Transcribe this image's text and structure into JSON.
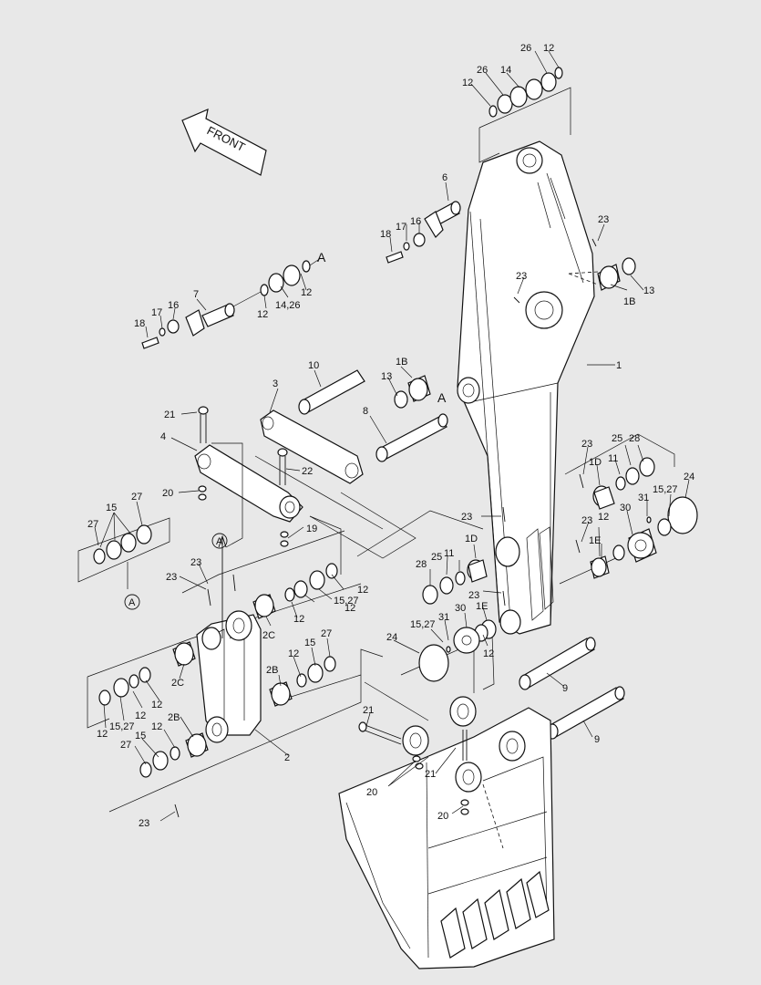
{
  "front_label": "FRONT",
  "section_label": "A",
  "callouts": [
    {
      "id": "c-26-top",
      "text": "26"
    },
    {
      "id": "c-12-top",
      "text": "12"
    },
    {
      "id": "c-26-mid",
      "text": "26"
    },
    {
      "id": "c-14",
      "text": "14"
    },
    {
      "id": "c-12-topl",
      "text": "12"
    },
    {
      "id": "c-6",
      "text": "6"
    },
    {
      "id": "c-18a",
      "text": "18"
    },
    {
      "id": "c-17a",
      "text": "17"
    },
    {
      "id": "c-16a",
      "text": "16"
    },
    {
      "id": "c-23a",
      "text": "23"
    },
    {
      "id": "c-1b-a",
      "text": "1B"
    },
    {
      "id": "c-13a",
      "text": "13"
    },
    {
      "id": "c-23b",
      "text": "23"
    },
    {
      "id": "c-7",
      "text": "7"
    },
    {
      "id": "c-18b",
      "text": "18"
    },
    {
      "id": "c-17b",
      "text": "17"
    },
    {
      "id": "c-16b",
      "text": "16"
    },
    {
      "id": "c-12-pin7",
      "text": "12"
    },
    {
      "id": "c-1426",
      "text": "14,26"
    },
    {
      "id": "c-12-pin7b",
      "text": "12"
    },
    {
      "id": "c-1",
      "text": "1"
    },
    {
      "id": "c-10",
      "text": "10"
    },
    {
      "id": "c-3",
      "text": "3"
    },
    {
      "id": "c-1b-b",
      "text": "1B"
    },
    {
      "id": "c-13b",
      "text": "13"
    },
    {
      "id": "c-8",
      "text": "8"
    },
    {
      "id": "c-21a",
      "text": "21"
    },
    {
      "id": "c-4",
      "text": "4"
    },
    {
      "id": "c-22",
      "text": "22"
    },
    {
      "id": "c-20a",
      "text": "20"
    },
    {
      "id": "c-19",
      "text": "19"
    },
    {
      "id": "c-23c",
      "text": "23"
    },
    {
      "id": "c-1d",
      "text": "1D"
    },
    {
      "id": "c-11a",
      "text": "11"
    },
    {
      "id": "c-25a",
      "text": "25"
    },
    {
      "id": "c-28a",
      "text": "28"
    },
    {
      "id": "c-24a",
      "text": "24"
    },
    {
      "id": "c-1527a",
      "text": "15,27"
    },
    {
      "id": "c-31a",
      "text": "31"
    },
    {
      "id": "c-30a",
      "text": "30"
    },
    {
      "id": "c-12-r",
      "text": "12"
    },
    {
      "id": "c-23d",
      "text": "23"
    },
    {
      "id": "c-1e-r",
      "text": "1E"
    },
    {
      "id": "c-23e",
      "text": "23"
    },
    {
      "id": "c-15",
      "text": "15"
    },
    {
      "id": "c-27a",
      "text": "27"
    },
    {
      "id": "c-27b",
      "text": "27"
    },
    {
      "id": "c-23f",
      "text": "23"
    },
    {
      "id": "c-23g",
      "text": "23"
    },
    {
      "id": "c-1d-l",
      "text": "1D"
    },
    {
      "id": "c-11b",
      "text": "11"
    },
    {
      "id": "c-25b",
      "text": "25"
    },
    {
      "id": "c-28b",
      "text": "28"
    },
    {
      "id": "c-12-mid",
      "text": "12"
    },
    {
      "id": "c-12-mid2",
      "text": "12"
    },
    {
      "id": "c-1527b",
      "text": "15,27"
    },
    {
      "id": "c-12-mid3",
      "text": "12"
    },
    {
      "id": "c-2c-r",
      "text": "2C"
    },
    {
      "id": "c-23h",
      "text": "23"
    },
    {
      "id": "c-1527c",
      "text": "15,27"
    },
    {
      "id": "c-31b",
      "text": "31"
    },
    {
      "id": "c-30b",
      "text": "30"
    },
    {
      "id": "c-1e-l",
      "text": "1E"
    },
    {
      "id": "c-24b",
      "text": "24"
    },
    {
      "id": "c-12-e",
      "text": "12"
    },
    {
      "id": "c-27c",
      "text": "27"
    },
    {
      "id": "c-15b",
      "text": "15"
    },
    {
      "id": "c-12-f",
      "text": "12"
    },
    {
      "id": "c-2b-r",
      "text": "2B"
    },
    {
      "id": "c-2c-l",
      "text": "2C"
    },
    {
      "id": "c-12-g",
      "text": "12"
    },
    {
      "id": "c-12-h",
      "text": "12"
    },
    {
      "id": "c-1527d",
      "text": "15,27"
    },
    {
      "id": "c-12-i",
      "text": "12"
    },
    {
      "id": "c-2b-l",
      "text": "2B"
    },
    {
      "id": "c-12-j",
      "text": "12"
    },
    {
      "id": "c-15c",
      "text": "15"
    },
    {
      "id": "c-27d",
      "text": "27"
    },
    {
      "id": "c-2",
      "text": "2"
    },
    {
      "id": "c-9a",
      "text": "9"
    },
    {
      "id": "c-9b",
      "text": "9"
    },
    {
      "id": "c-21b",
      "text": "21"
    },
    {
      "id": "c-21c",
      "text": "21"
    },
    {
      "id": "c-20b",
      "text": "20"
    },
    {
      "id": "c-20c",
      "text": "20"
    },
    {
      "id": "c-23i",
      "text": "23"
    }
  ]
}
